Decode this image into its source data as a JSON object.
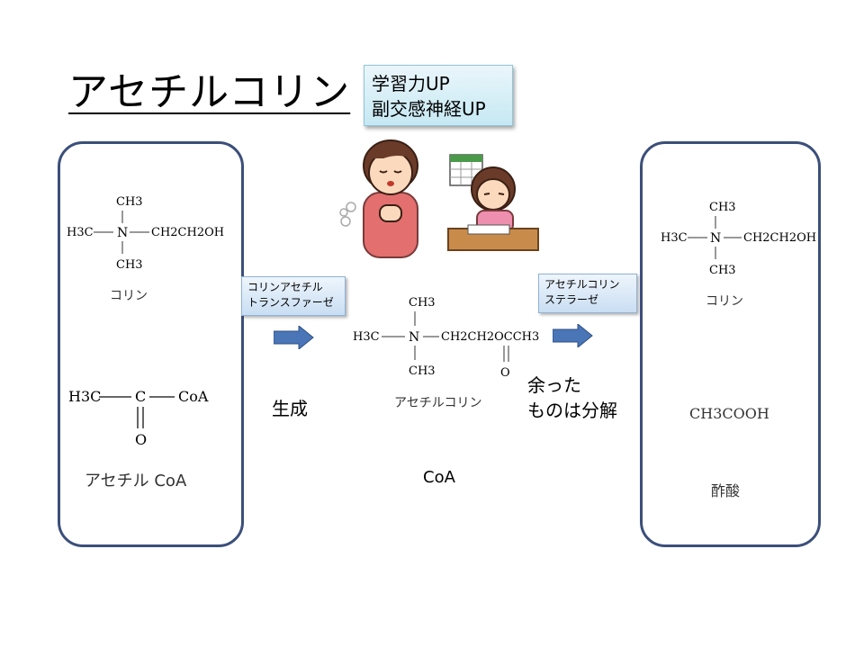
{
  "title": "アセチルコリン",
  "effects": [
    "学習力UP",
    "副交感神経UP"
  ],
  "left_panel": {
    "choline_formula": {
      "top": "CH3",
      "left": "H3C",
      "center": "N",
      "right": "CH2CH2OH",
      "bottom": "CH3"
    },
    "choline_label": "コリン",
    "acetylcoa_formula": {
      "left": "H3C",
      "center": "C",
      "right": "CoA",
      "bottom": "O"
    },
    "acetylcoa_label": "アセチル CoA"
  },
  "enzyme1": [
    "コリンアセチル",
    "トランスファーゼ"
  ],
  "produce_label": "生成",
  "center": {
    "formula": {
      "top": "CH3",
      "left": "H3C",
      "center": "N",
      "right": "CH2CH2OCCH3",
      "bottom": "CH3",
      "bottom2": "O"
    },
    "label": "アセチルコリン",
    "coa": "CoA"
  },
  "enzyme2": [
    "アセチルコリン",
    "ステラーゼ"
  ],
  "decompose_label": [
    "余った",
    "ものは分解"
  ],
  "right_panel": {
    "choline_formula": {
      "top": "CH3",
      "left": "H3C",
      "center": "N",
      "right": "CH2CH2OH",
      "bottom": "CH3"
    },
    "choline_label": "コリン",
    "acetic_formula": "CH3COOH",
    "acetic_label": "酢酸"
  },
  "colors": {
    "panel_border": "#3b4f7a",
    "arrow": "#4a76b8",
    "box_top": "#eaf6fb",
    "box_bottom": "#c6e8f3"
  }
}
